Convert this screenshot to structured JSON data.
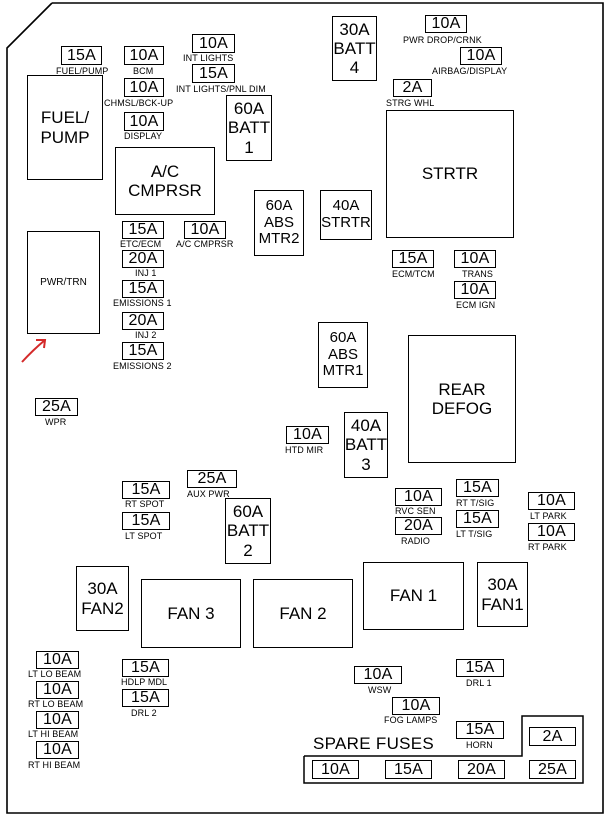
{
  "relays": {
    "fuel_pump": "FUEL/\nPUMP",
    "ac_cmprsr": "A/C\nCMPRSR",
    "pwr_trn": "PWR/TRN",
    "strtr_main": "STRTR",
    "rear_defog": "REAR\nDEFOG",
    "fan1": "FAN 1",
    "fan2": "FAN 2",
    "fan3": "FAN 3"
  },
  "maxi_fuses": {
    "batt4": "30A\nBATT\n4",
    "batt1": "60A\nBATT\n1",
    "abs_mtr2": "60A\nABS\nMTR2",
    "strtr40": "40A\nSTRTR",
    "abs_mtr1": "60A\nABS\nMTR1",
    "batt3": "40A\nBATT\n3",
    "batt2": "60A\nBATT\n2",
    "fan2_30": "30A\nFAN2",
    "fan1_30": "30A\nFAN1"
  },
  "fuses": {
    "fuel_pump": {
      "value": "15A",
      "label": "FUEL/PUMP"
    },
    "bcm": {
      "value": "10A",
      "label": "BCM"
    },
    "int_lights": {
      "value": "10A",
      "label": "INT LIGHTS"
    },
    "int_lights_pnl": {
      "value": "15A",
      "label": "INT LIGHTS/PNL DIM"
    },
    "chmsl": {
      "value": "10A",
      "label": "CHMSL/BCK-UP"
    },
    "display": {
      "value": "10A",
      "label": "DISPLAY"
    },
    "pwr_drop": {
      "value": "10A",
      "label": "PWR DROP/CRNK"
    },
    "airbag": {
      "value": "10A",
      "label": "AIRBAG/DISPLAY"
    },
    "strg_whl": {
      "value": "2A",
      "label": "STRG WHL"
    },
    "etc_ecm": {
      "value": "15A",
      "label": "ETC/ECM"
    },
    "ac_cmprsr": {
      "value": "10A",
      "label": "A/C CMPRSR"
    },
    "inj1": {
      "value": "20A",
      "label": "INJ 1"
    },
    "emissions1": {
      "value": "15A",
      "label": "EMISSIONS 1"
    },
    "inj2": {
      "value": "20A",
      "label": "INJ 2"
    },
    "emissions2": {
      "value": "15A",
      "label": "EMISSIONS 2"
    },
    "ecm_tcm": {
      "value": "15A",
      "label": "ECM/TCM"
    },
    "trans": {
      "value": "10A",
      "label": "TRANS"
    },
    "ecm_ign": {
      "value": "10A",
      "label": "ECM IGN"
    },
    "wpr": {
      "value": "25A",
      "label": "WPR"
    },
    "htd_mir": {
      "value": "10A",
      "label": "HTD MIR"
    },
    "aux_pwr": {
      "value": "25A",
      "label": "AUX PWR"
    },
    "rt_spot": {
      "value": "15A",
      "label": "RT SPOT"
    },
    "lt_spot": {
      "value": "15A",
      "label": "LT SPOT"
    },
    "rvc_sen": {
      "value": "10A",
      "label": "RVC SEN"
    },
    "radio": {
      "value": "20A",
      "label": "RADIO"
    },
    "rt_tsig": {
      "value": "15A",
      "label": "RT T/SIG"
    },
    "lt_tsig": {
      "value": "15A",
      "label": "LT T/SIG"
    },
    "lt_park": {
      "value": "10A",
      "label": "LT PARK"
    },
    "rt_park": {
      "value": "10A",
      "label": "RT PARK"
    },
    "lt_lo_beam": {
      "value": "10A",
      "label": "LT LO BEAM"
    },
    "rt_lo_beam": {
      "value": "10A",
      "label": "RT LO BEAM"
    },
    "lt_hi_beam": {
      "value": "10A",
      "label": "LT HI BEAM"
    },
    "rt_hi_beam": {
      "value": "10A",
      "label": "RT HI BEAM"
    },
    "hdlp_mdl": {
      "value": "15A",
      "label": "HDLP MDL"
    },
    "drl2": {
      "value": "15A",
      "label": "DRL 2"
    },
    "wsw": {
      "value": "10A",
      "label": "WSW"
    },
    "drl1": {
      "value": "15A",
      "label": "DRL 1"
    },
    "fog_lamps": {
      "value": "10A",
      "label": "FOG LAMPS"
    },
    "horn": {
      "value": "15A",
      "label": "HORN"
    },
    "spare_2a": {
      "value": "2A",
      "label": ""
    }
  },
  "spare": {
    "title": "SPARE FUSES",
    "values": [
      "10A",
      "15A",
      "20A",
      "25A"
    ]
  },
  "colors": {
    "line": "#000000",
    "arrow": "#d42a2a"
  }
}
